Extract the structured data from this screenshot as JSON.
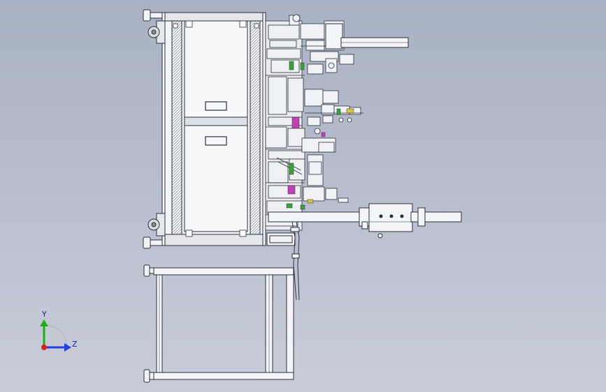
{
  "view": {
    "type": "cad-assembly-orthographic",
    "background_colors": [
      "#a9b2c4",
      "#c9cdd8"
    ],
    "line_color": "#2a2f3a",
    "fill_color": "#eef0f3"
  },
  "triad": {
    "y_label": "Y",
    "z_label": "Z",
    "y_color": "#1bb01b",
    "z_color": "#2040e0",
    "x_color": "#e02020"
  },
  "colors": {
    "accent_green": "#3aa43a",
    "accent_magenta": "#c23fb8",
    "accent_yellow": "#d6c83a"
  }
}
